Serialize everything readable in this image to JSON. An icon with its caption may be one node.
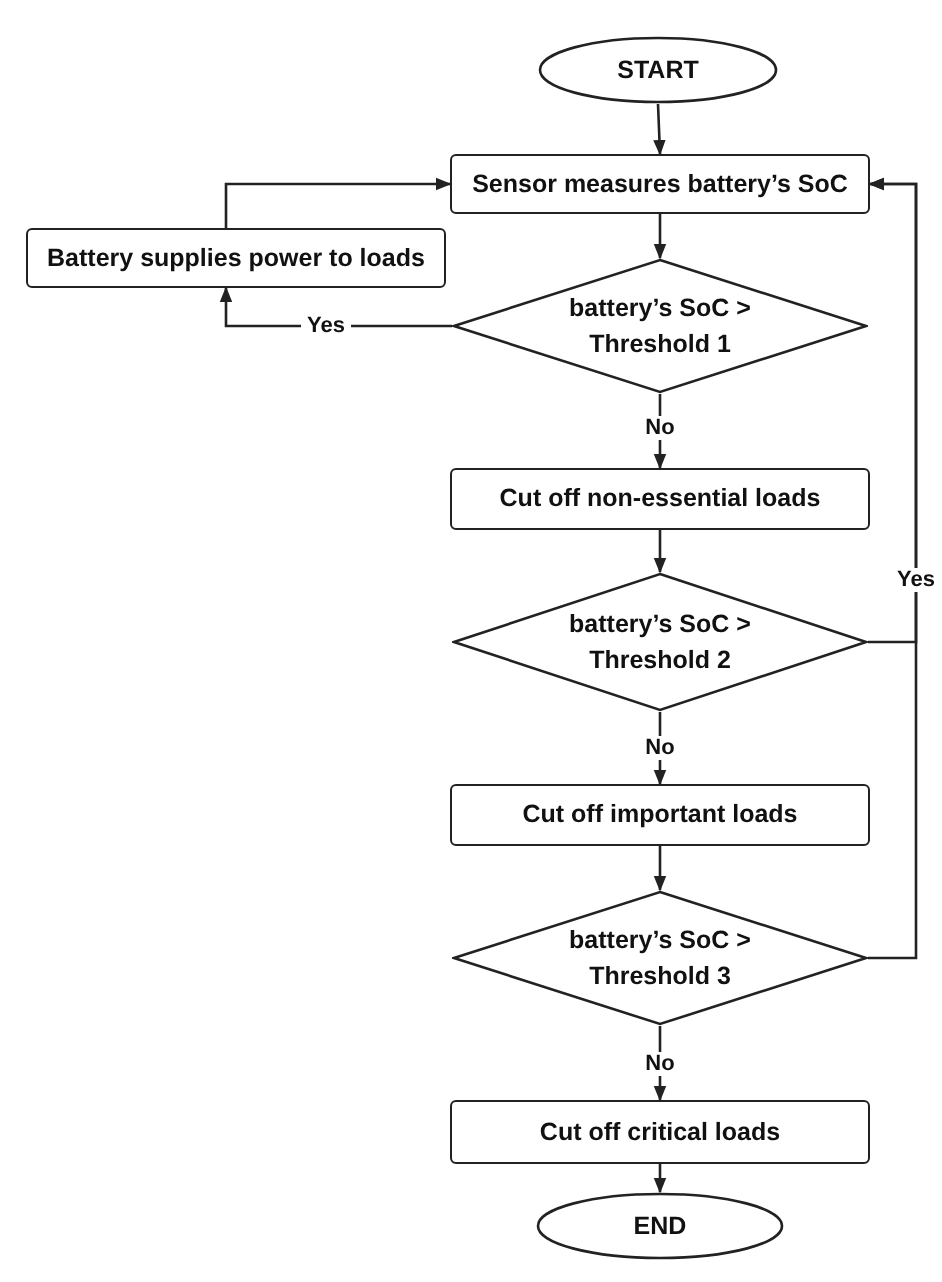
{
  "diagram": {
    "nodes": [
      {
        "text": [
          "START"
        ]
      },
      {
        "text": [
          "Sensor measures battery’s SoC"
        ]
      },
      {
        "text": [
          "battery’s SoC > Threshold 1"
        ]
      },
      {
        "text": [
          "Battery supplies power to loads"
        ]
      },
      {
        "text": [
          "Cut off non-essential loads"
        ]
      },
      {
        "text": [
          "battery’s SoC > Threshold 2"
        ]
      },
      {
        "text": [
          "Cut off important loads"
        ]
      },
      {
        "text": [
          "battery’s SoC > Threshold 3"
        ]
      },
      {
        "text": [
          "Cut off critical loads"
        ]
      },
      {
        "text": [
          "END"
        ]
      }
    ],
    "edges": [
      {
        "from": 0,
        "to": 1,
        "arrow": "to"
      },
      {
        "from": 1,
        "to": 2,
        "arrow": "to"
      },
      {
        "from": 2,
        "to": 3,
        "arrow": "to",
        "label": "Yes"
      },
      {
        "from": 3,
        "to": 1,
        "arrow": "to"
      },
      {
        "from": 2,
        "to": 4,
        "arrow": "to",
        "label": "No"
      },
      {
        "from": 4,
        "to": 5,
        "arrow": "to"
      },
      {
        "from": 5,
        "to": 6,
        "arrow": "to",
        "label": "No"
      },
      {
        "from": 6,
        "to": 7,
        "arrow": "to"
      },
      {
        "from": 7,
        "to": 8,
        "arrow": "to",
        "label": "No"
      },
      {
        "from": 8,
        "to": 9,
        "arrow": "to"
      },
      {
        "from": 5,
        "to": 1,
        "arrow": "to",
        "label": "Yes"
      },
      {
        "from": 7,
        "to": 1,
        "arrow": "to"
      }
    ]
  }
}
